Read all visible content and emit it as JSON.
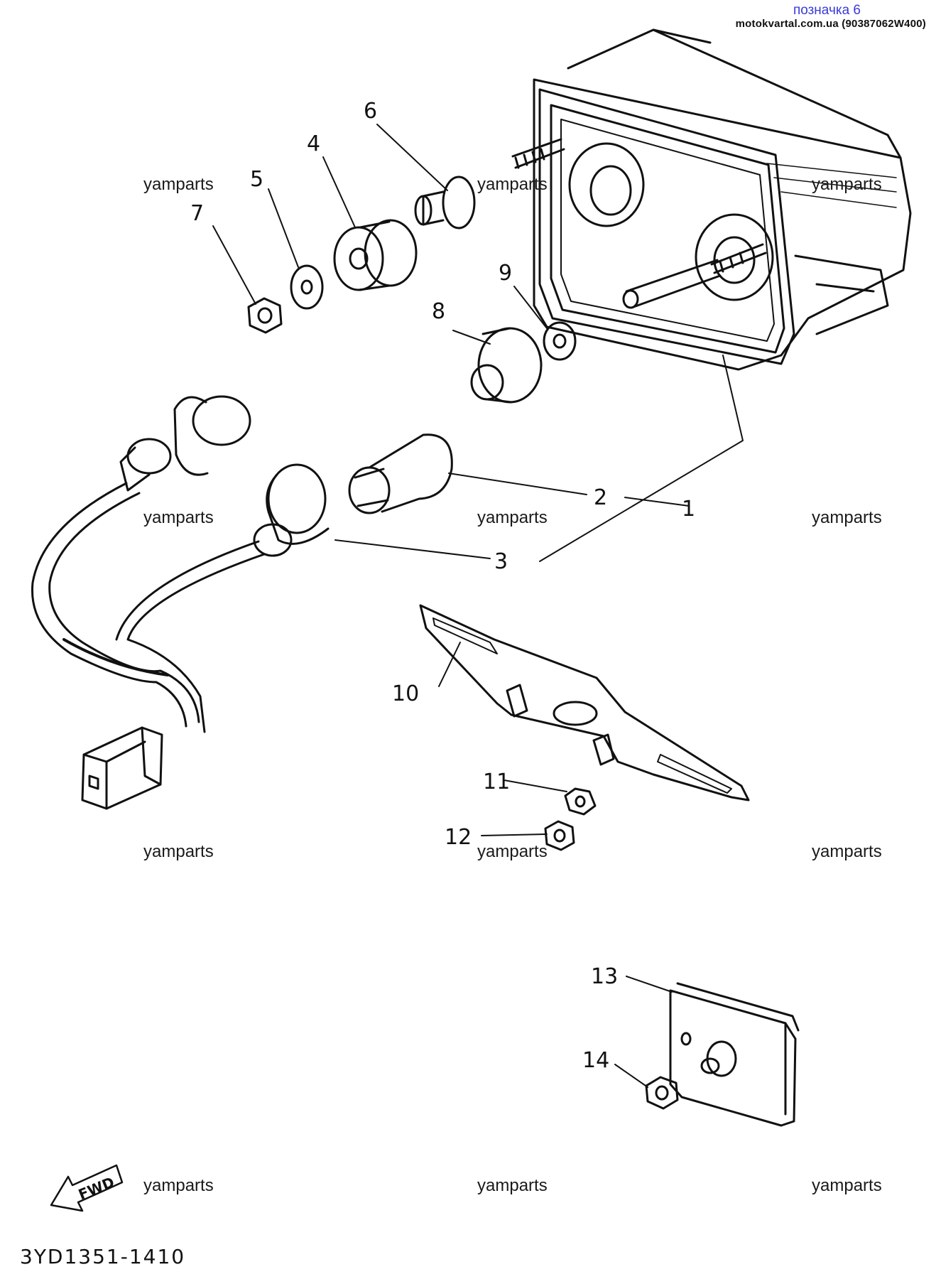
{
  "header": {
    "label": "позначка 6",
    "site": "motokvartal.com.ua (90387062W400)"
  },
  "watermark": "yamparts",
  "callouts": [
    "1",
    "2",
    "3",
    "4",
    "5",
    "6",
    "7",
    "8",
    "9",
    "10",
    "11",
    "12",
    "13",
    "14"
  ],
  "fwd_label": "FWD",
  "diagram_ref": "3YD1351-1410"
}
